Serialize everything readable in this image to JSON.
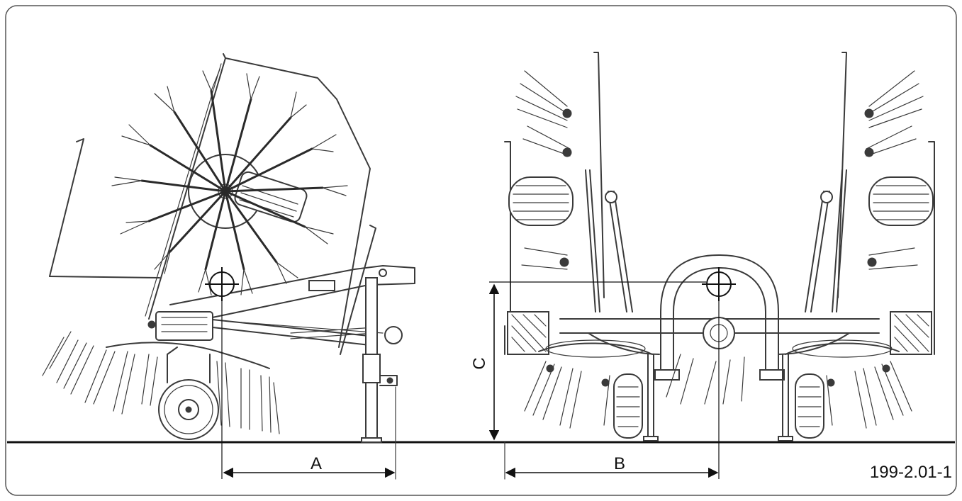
{
  "figure": {
    "dimension_labels": {
      "a": "A",
      "b": "B",
      "c": "C"
    },
    "reference_number": "199-2.01-1"
  },
  "colors": {
    "line": "#3a3a3a",
    "background": "#ffffff",
    "frame": "#555555"
  },
  "icons": [
    "center-of-gravity-symbol"
  ]
}
